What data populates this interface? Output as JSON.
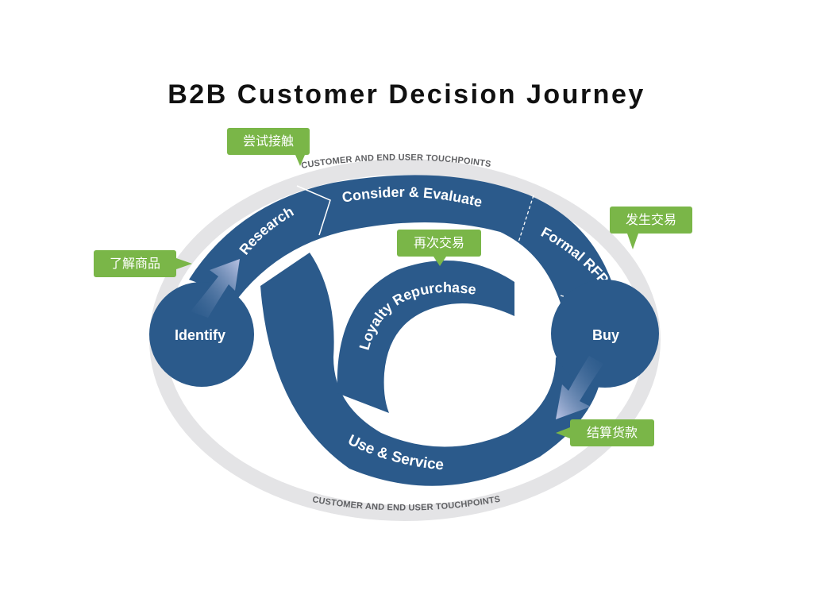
{
  "title": "B2B Customer Decision Journey",
  "colors": {
    "primary": "#2b5a8b",
    "ring": "#e4e4e6",
    "callout": "#7ab648",
    "title": "#111111"
  },
  "touchpoints": {
    "top": "CUSTOMER AND END USER TOUCHPOINTS",
    "bottom": "CUSTOMER AND END USER TOUCHPOINTS"
  },
  "nodes": {
    "identify": "Identify",
    "buy": "Buy"
  },
  "segments": {
    "research": "Research",
    "consider": "Consider & Evaluate",
    "formal_rfp": "Formal RFP",
    "loyalty": "Loyalty Repurchase",
    "use_service": "Use & Service"
  },
  "callouts": {
    "try": "尝试接触",
    "understand": "了解商品",
    "repurchase": "再次交易",
    "transaction": "发生交易",
    "payment": "结算货款"
  }
}
